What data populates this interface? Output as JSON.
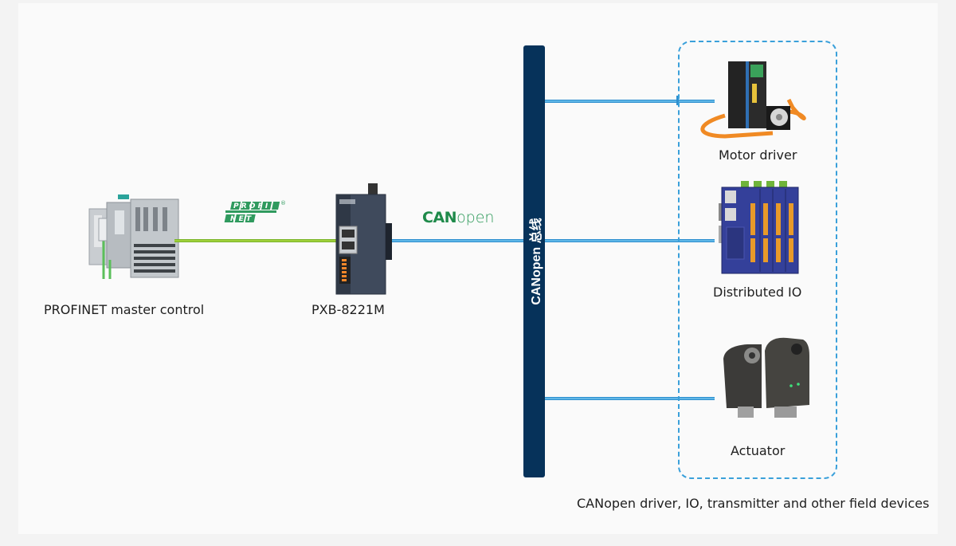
{
  "diagram": {
    "title": "PROFINET to CANopen gateway topology",
    "master": {
      "label": "PROFINET master control",
      "icon": "plc-controller-image"
    },
    "gateway": {
      "label": "PXB-8221M",
      "icon": "gateway-device-image"
    },
    "protocols": {
      "left": {
        "name": "PROFINET",
        "logo_line1": "PROFI",
        "logo_line2": "NET",
        "registered": "®"
      },
      "right": {
        "name": "CANopen",
        "logo_can": "CAN",
        "logo_open": "open"
      }
    },
    "bus": {
      "label": "CANopen 总线"
    },
    "field_devices": [
      {
        "label": "Motor driver",
        "icon": "servo-motor-driver-image"
      },
      {
        "label": "Distributed IO",
        "icon": "distributed-io-module-image"
      },
      {
        "label": "Actuator",
        "icon": "actuator-image"
      }
    ],
    "group_caption": "CANopen driver, IO, transmitter and other field devices",
    "colors": {
      "bus": "#06325a",
      "canopen_cable": "#5fb6e6",
      "profinet_cable": "#9fcf3a",
      "group_border": "#3aa0da",
      "profinet_logo": "#2f9a5e",
      "canopen_logo": "#1f8a4a"
    }
  }
}
